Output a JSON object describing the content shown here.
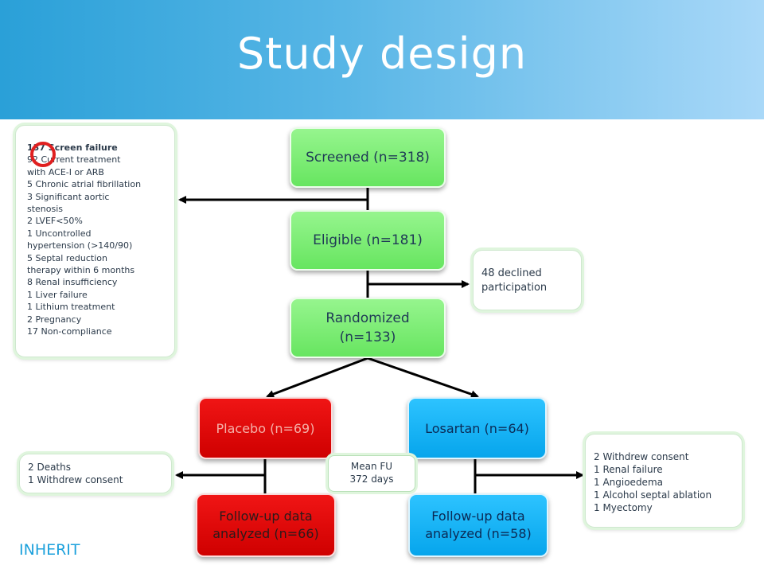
{
  "title": "Study design",
  "flow": {
    "screened": "Screened (n=318)",
    "eligible": "Eligible (n=181)",
    "randomized_line1": "Randomized",
    "randomized_line2": "(n=133)",
    "placebo": "Placebo (n=69)",
    "losartan": "Losartan (n=64)",
    "followup_placebo_line1": "Follow-up data",
    "followup_placebo_line2": "analyzed (n=66)",
    "followup_losartan_line1": "Follow-up data",
    "followup_losartan_line2": "analyzed (n=58)"
  },
  "screen_failure": {
    "title": "137 Screen failure",
    "items": [
      "92 Current treatment",
      "with ACE-I or ARB",
      "5 Chronic atrial fibrillation",
      "3 Significant aortic",
      "stenosis",
      "2 LVEF<50%",
      "1 Uncontrolled",
      "hypertension (>140/90)",
      "5 Septal reduction",
      "therapy within 6 months",
      "8 Renal insufficiency",
      "1 Liver failure",
      "1 Lithium treatment",
      "2 Pregnancy",
      "17 Non-compliance"
    ]
  },
  "declined": {
    "line1": "48 declined",
    "line2": "participation"
  },
  "placebo_dropouts": {
    "line1": "2 Deaths",
    "line2": "1 Withdrew consent"
  },
  "losartan_dropouts": {
    "items": [
      "2 Withdrew consent",
      "1 Renal failure",
      "1 Angioedema",
      "1 Alcohol septal ablation",
      "1 Myectomy"
    ]
  },
  "mean_fu": {
    "line1": "Mean FU",
    "line2": "372 days"
  },
  "brand": "INHERIT",
  "colors": {
    "header": "#2aa0d8",
    "green_box": "#7aeb72",
    "red_box": "#e60a0a",
    "blue_box": "#16b4f5",
    "brand_text": "#1da1dc",
    "highlight_circle": "#e02020"
  }
}
